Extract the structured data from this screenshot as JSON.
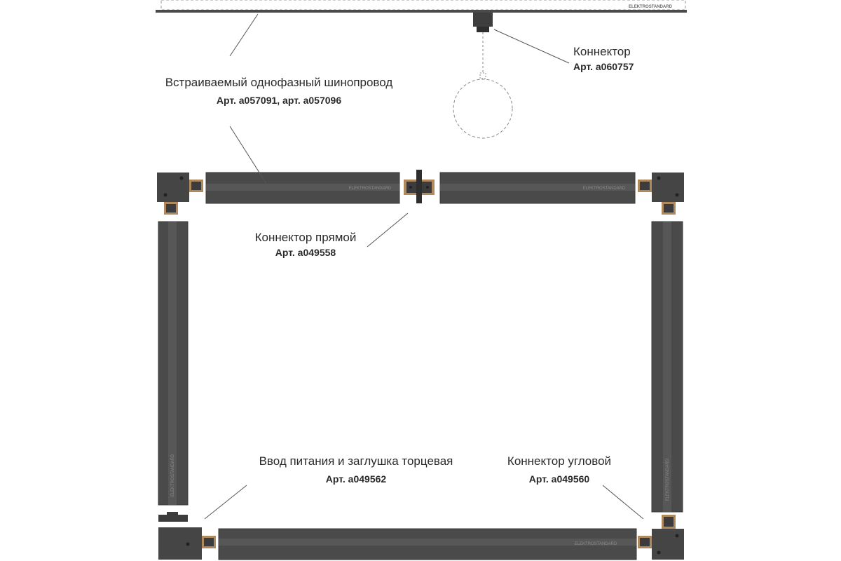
{
  "brand": "ELEKTROSTANDARD",
  "labels": {
    "pendant_connector": {
      "title": "Коннектор",
      "article": "Арт. a060757"
    },
    "track": {
      "title": "Встраиваемый однофазный шинопровод",
      "article": "Арт. a057091, арт. a057096"
    },
    "straight_connector": {
      "title": "Коннектор прямой",
      "article": "Арт. a049558"
    },
    "power_end_cap": {
      "title": "Ввод питания и заглушка торцевая",
      "article": "Арт. a049562"
    },
    "corner_connector": {
      "title": "Коннектор угловой",
      "article": "Арт. a049560"
    }
  },
  "colors": {
    "track": "#4a4a4a",
    "track_edge": "#3a3a3a",
    "slot": "#5a5a5a",
    "copper": "#b08a5e",
    "leader": "#555555",
    "dashed": "#888888"
  }
}
